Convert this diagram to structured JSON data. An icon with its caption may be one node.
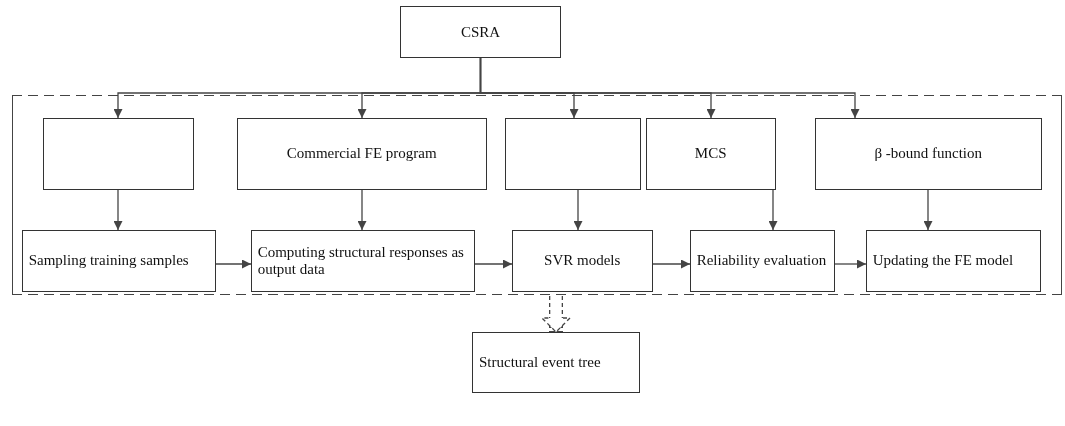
{
  "diagram": {
    "nodes": [
      {
        "text": [
          "CSRA"
        ]
      },
      {
        "text": [],
        "shape": "box"
      },
      {
        "text": [],
        "shape": "box",
        "in": 1
      },
      {
        "text": [
          "Commercial FE program"
        ],
        "in": 1
      },
      {
        "text": [],
        "shape": "box",
        "in": 1
      },
      {
        "text": [
          "MCS"
        ],
        "in": 1
      },
      {
        "text": [
          "β -bound function"
        ],
        "in": 1
      },
      {
        "text": [
          "Sampling training samples"
        ],
        "in": 1
      },
      {
        "text": [
          "Computing structural responses as output data"
        ],
        "in": 1
      },
      {
        "text": [
          "SVR models"
        ],
        "in": 1
      },
      {
        "text": [
          "Reliability evaluation"
        ],
        "in": 1
      },
      {
        "text": [
          "Updating the FE model"
        ],
        "in": 1
      },
      {
        "text": [
          "Structural event tree"
        ]
      }
    ],
    "edges": [
      {
        "from": 0,
        "to": 2,
        "arrow": "to"
      },
      {
        "from": 0,
        "to": 3,
        "arrow": "to"
      },
      {
        "from": 0,
        "to": 4,
        "arrow": "to"
      },
      {
        "from": 0,
        "to": 5,
        "arrow": "to"
      },
      {
        "from": 0,
        "to": 6,
        "arrow": "to"
      },
      {
        "from": 2,
        "to": 7,
        "arrow": "to"
      },
      {
        "from": 3,
        "to": 8,
        "arrow": "to"
      },
      {
        "from": 4,
        "to": 9,
        "arrow": "to"
      },
      {
        "from": 5,
        "to": 10,
        "arrow": "to"
      },
      {
        "from": 6,
        "to": 11,
        "arrow": "to"
      },
      {
        "from": 7,
        "to": 8,
        "arrow": "to"
      },
      {
        "from": 8,
        "to": 9,
        "arrow": "to"
      },
      {
        "from": 9,
        "to": 10,
        "arrow": "to"
      },
      {
        "from": 10,
        "to": 11,
        "arrow": "to"
      },
      {
        "from": 1,
        "to": 12,
        "arrow": "to",
        "style": "dashed"
      }
    ]
  }
}
